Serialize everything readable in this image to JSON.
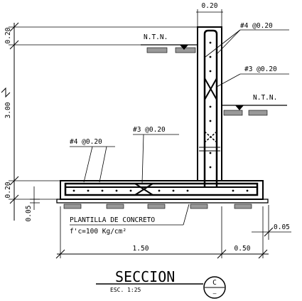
{
  "drawing": {
    "dims": {
      "wall_thickness": "0.20",
      "top_small": "0.20",
      "wall_height": "3.00",
      "footing_thickness": "0.20",
      "base_thickness": "0.05",
      "heel_length": "1.50",
      "toe_length": "0.50",
      "right_offset": "0.05"
    },
    "ground_left": "N.T.N.",
    "ground_right": "N.T.N.",
    "rebar": {
      "wall_vertical": "#4 @0.20",
      "wall_horizontal": "#3 @0.20",
      "footing_top": "#4 @0.20",
      "footing_bottom": "#3 @0.20"
    },
    "plantilla": {
      "line1": "PLANTILLA DE CONCRETO",
      "line2": "f'c=100 Kg/cm²"
    },
    "title": {
      "text": "SECCION",
      "scale": "ESC. 1:25",
      "ref_letter": "C",
      "ref_mark": "—"
    }
  }
}
